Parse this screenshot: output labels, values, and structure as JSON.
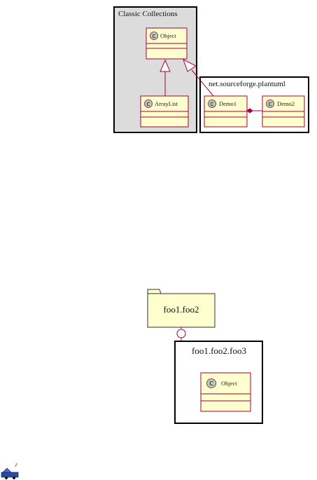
{
  "diagram": {
    "top": {
      "package_classic": {
        "title": "Classic Collections"
      },
      "package_net": {
        "title": "net.sourceforge.plantuml"
      },
      "classes": {
        "object": {
          "stereo": "C",
          "name": "Object"
        },
        "arraylist": {
          "stereo": "C",
          "name": "ArrayList"
        },
        "demo1": {
          "stereo": "C",
          "name": "Demo1"
        },
        "demo2": {
          "stereo": "C",
          "name": "Demo2"
        }
      }
    },
    "bottom": {
      "package_foo2": {
        "title": "foo1.foo2"
      },
      "package_foo3": {
        "title": "foo1.foo2.foo3"
      },
      "classes": {
        "object": {
          "stereo": "C",
          "name": "Object"
        }
      }
    }
  },
  "colors": {
    "package_fill": "#dcdcdc",
    "class_fill": "#fefece",
    "class_border": "#a80036",
    "stereo_fill": "#add1b2",
    "link": "#a80036"
  }
}
